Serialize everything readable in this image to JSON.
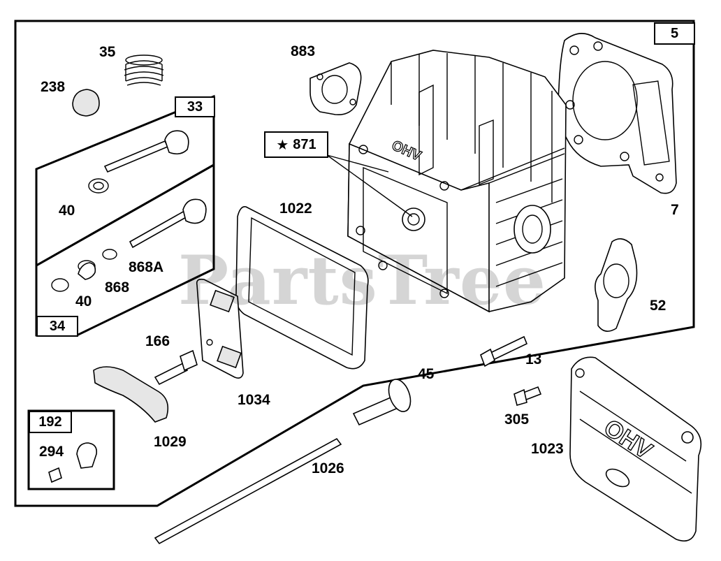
{
  "watermark": "PartsTree",
  "assembly_box_label": "5",
  "group_boxes": {
    "valve_group_a": "33",
    "valve_group_b": "34",
    "kit_group": "192"
  },
  "callout": {
    "symbol": "★",
    "label": "871"
  },
  "part_labels": {
    "p35": "35",
    "p238": "238",
    "p883": "883",
    "p7": "7",
    "p52": "52",
    "p40a": "40",
    "p40b": "40",
    "p868": "868",
    "p868a": "868A",
    "p1022": "1022",
    "p166": "166",
    "p1034": "1034",
    "p1029": "1029",
    "p294": "294",
    "p45": "45",
    "p13": "13",
    "p305": "305",
    "p1023": "1023",
    "p1026": "1026"
  },
  "cover_text": "OHV",
  "head_text": "OHV"
}
